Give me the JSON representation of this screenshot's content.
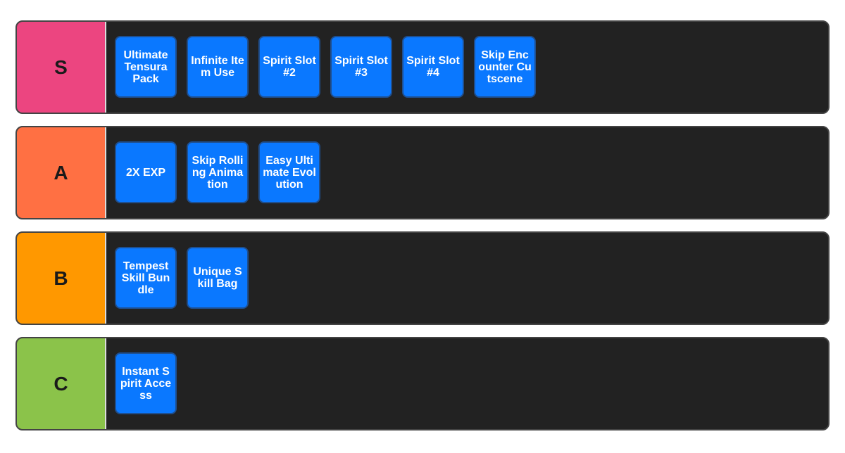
{
  "tiers": [
    {
      "label": "S",
      "color": "#ec4580",
      "items": [
        "Ultimate Tensura Pack",
        "Infinite Item Use",
        "Spirit Slot #2",
        "Spirit Slot #3",
        "Spirit Slot #4",
        "Skip Encounter Cutscene"
      ]
    },
    {
      "label": "A",
      "color": "#ff7043",
      "items": [
        "2X EXP",
        "Skip Rolling Animation",
        "Easy Ultimate Evolution"
      ]
    },
    {
      "label": "B",
      "color": "#ff9800",
      "items": [
        "Tempest Skill Bundle",
        "Unique Skill Bag"
      ]
    },
    {
      "label": "C",
      "color": "#8bc34a",
      "items": [
        "Instant Spirit Access"
      ]
    }
  ]
}
